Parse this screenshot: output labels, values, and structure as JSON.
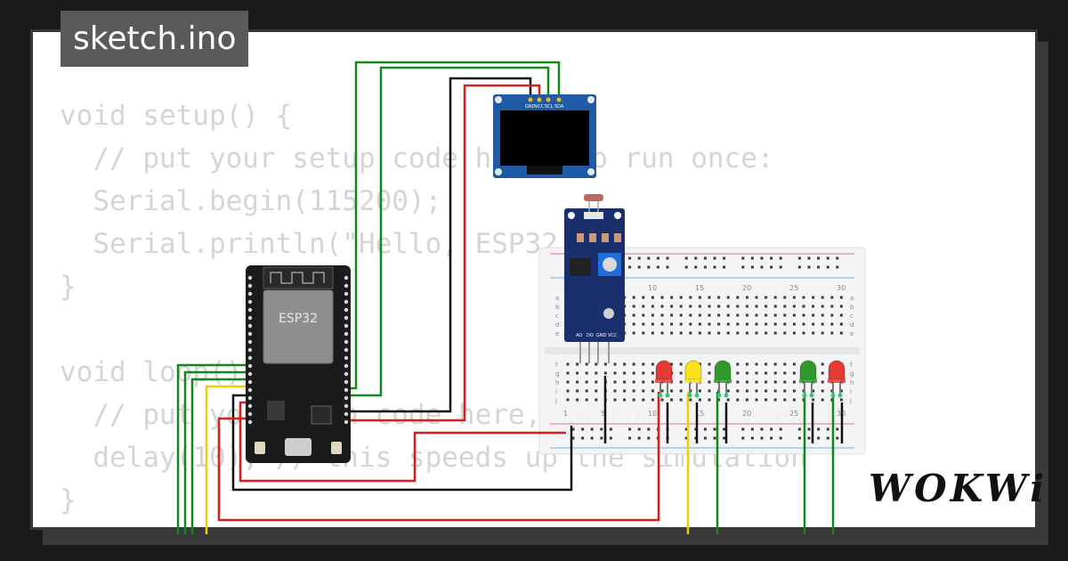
{
  "tab": {
    "title": "sketch.ino"
  },
  "code_lines": [
    "void setup() {",
    "  // put your setup code here, to run once:",
    "  Serial.begin(115200);",
    "  Serial.println(\"Hello, ESP32!\");",
    "}",
    "",
    "void loop() {",
    "  // put your main code here, to run repeatedly:",
    "  delay(10); // this speeds up the simulation",
    "}"
  ],
  "esp32": {
    "label": "ESP32"
  },
  "oled": {
    "pins": [
      "GND",
      "VCC",
      "SCL",
      "SDA"
    ]
  },
  "sensor": {
    "pins": [
      "AO",
      "DO",
      "GND",
      "VCC"
    ]
  },
  "breadboard": {
    "row_letters": [
      "a",
      "b",
      "c",
      "d",
      "e",
      "f",
      "g",
      "h",
      "i",
      "j"
    ],
    "col_numbers": [
      "1",
      "5",
      "10",
      "15",
      "20",
      "25",
      "30"
    ]
  },
  "leds": [
    {
      "color": "#e53935"
    },
    {
      "color": "#f9e21b"
    },
    {
      "color": "#2e9b2e"
    },
    {
      "color": "#2e9b2e"
    },
    {
      "color": "#e53935"
    }
  ],
  "brand": {
    "logo": "WOKWi"
  }
}
